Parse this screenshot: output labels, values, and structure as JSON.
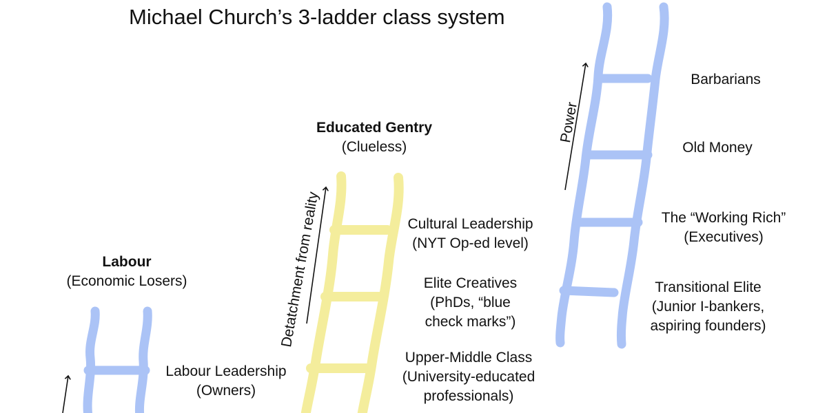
{
  "title": "Michael Church’s 3-ladder class system",
  "colors": {
    "blue_ladder": "#9db9f5",
    "yellow_ladder": "#f3ec92",
    "arrow": "#111111",
    "text": "#111111"
  },
  "ladders": {
    "labour": {
      "heading": "Labour",
      "subheading": "(Economic Losers)",
      "rungs": [
        {
          "line1": "Labour Leadership",
          "line2": "(Owners)"
        }
      ]
    },
    "gentry": {
      "heading": "Educated Gentry",
      "subheading": "(Clueless)",
      "axis_label": "Detatchment from reality",
      "rungs": [
        {
          "line1": "Cultural Leadership",
          "line2": "(NYT Op-ed level)"
        },
        {
          "line1": "Elite Creatives",
          "line2": "(PhDs, “blue",
          "line3": "check marks”)"
        },
        {
          "line1": "Upper-Middle Class",
          "line2": "(University-educated",
          "line3": "professionals)"
        }
      ]
    },
    "elite": {
      "axis_label": "Power",
      "rungs": [
        {
          "line1": "Barbarians"
        },
        {
          "line1": "Old Money"
        },
        {
          "line1": "The “Working Rich”",
          "line2": "(Executives)"
        },
        {
          "line1": "Transitional Elite",
          "line2": "(Junior I-bankers,",
          "line3": "aspiring founders)"
        }
      ]
    }
  }
}
